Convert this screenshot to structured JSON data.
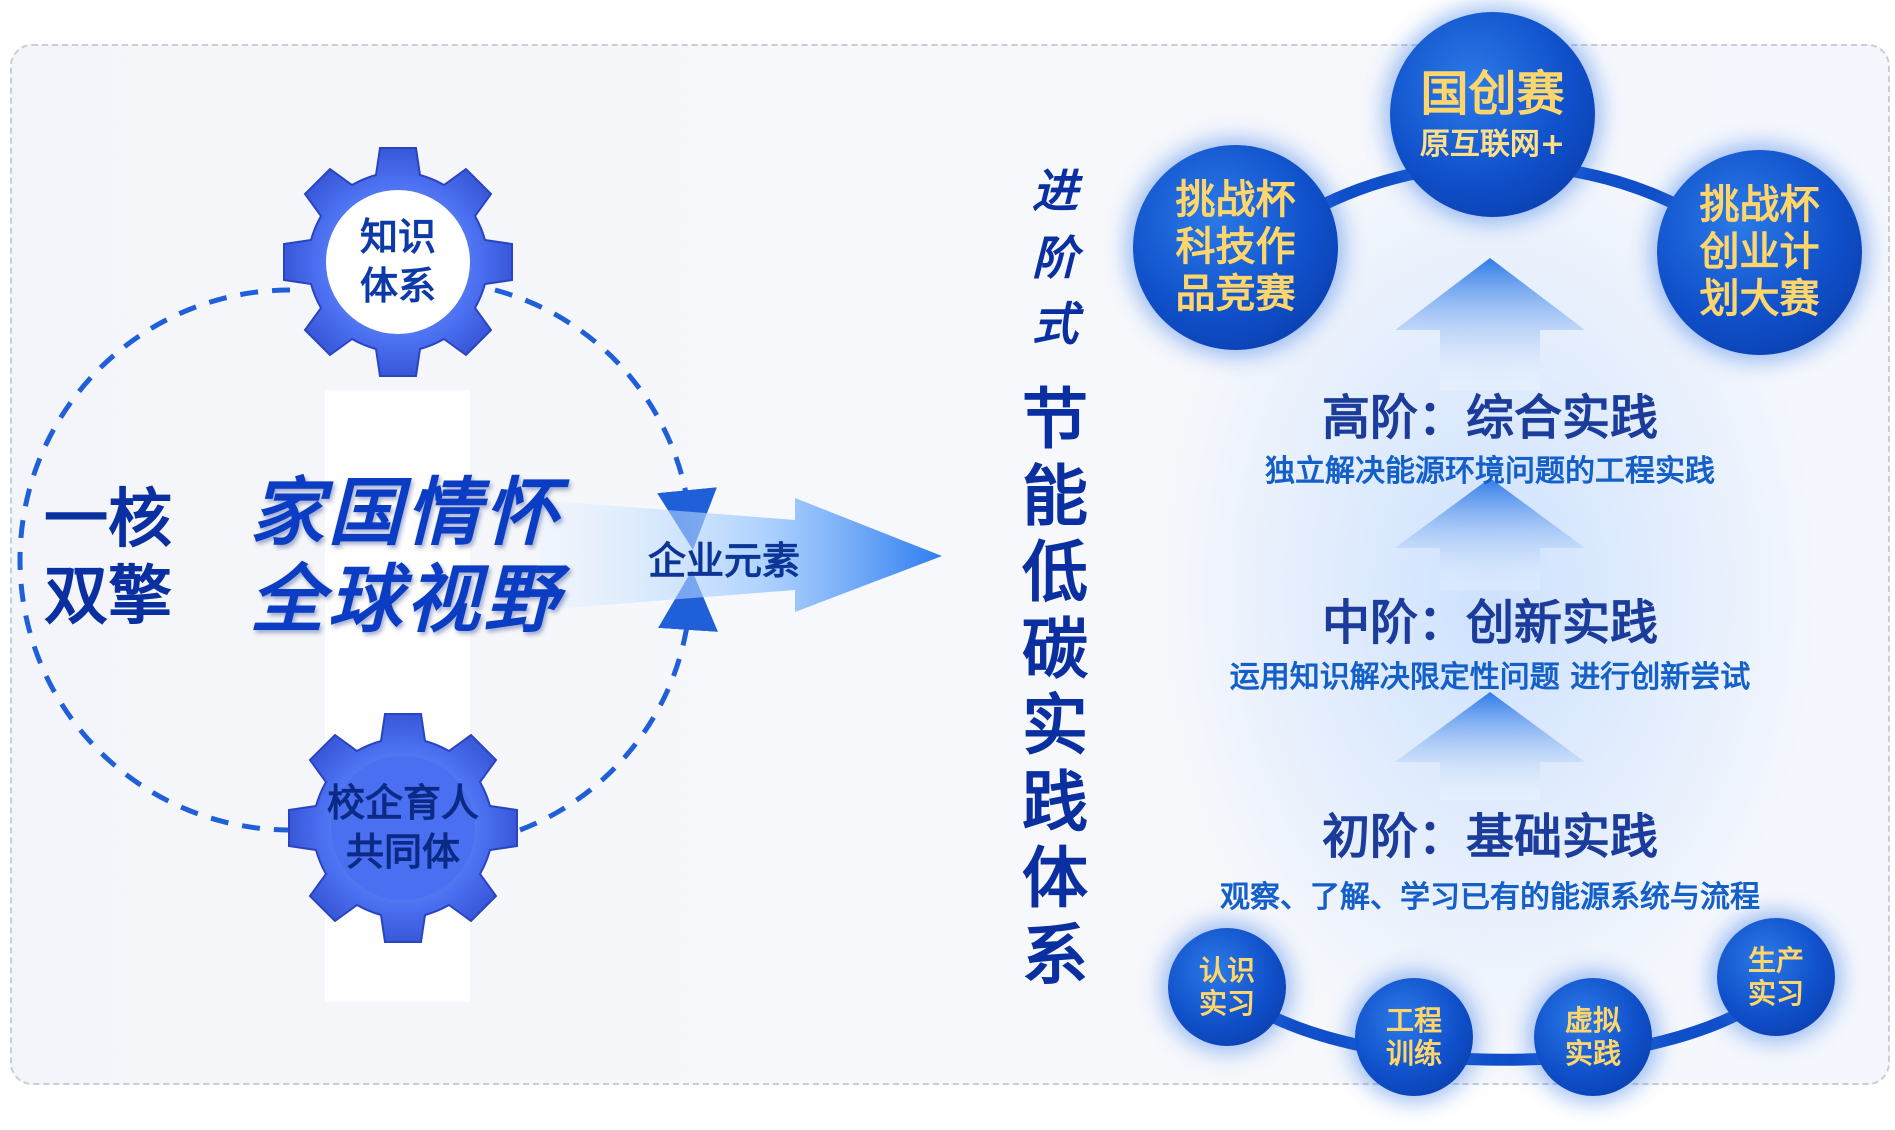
{
  "core": {
    "line1": "一核",
    "line2": "双擎"
  },
  "slogan": {
    "line1": "家国情怀",
    "line2": "全球视野"
  },
  "gears": {
    "top": {
      "line1": "知识",
      "line2": "体系"
    },
    "bottom": {
      "line1": "校企育人",
      "line2": "共同体"
    }
  },
  "arrow_label": "企业元素",
  "vertical_title": {
    "prefix": [
      "进",
      "阶",
      "式"
    ],
    "main": [
      "节",
      "能",
      "低",
      "碳",
      "实",
      "践",
      "体",
      "系"
    ]
  },
  "levels": {
    "high": {
      "title": "高阶：综合实践",
      "desc": "独立解决能源环境问题的工程实践"
    },
    "mid": {
      "title": "中阶：创新实践",
      "desc": "运用知识解决限定性问题  进行创新尝试"
    },
    "basic": {
      "title": "初阶：基础实践",
      "desc": "观察、了解、学习已有的能源系统与流程"
    }
  },
  "competitions": {
    "center": {
      "line1": "国创赛",
      "line2": "原互联网+"
    },
    "left": {
      "line1": "挑战杯",
      "line2": "科技作",
      "line3": "品竞赛"
    },
    "right": {
      "line1": "挑战杯",
      "line2": "创业计",
      "line3": "划大赛"
    }
  },
  "practices": {
    "p1": {
      "line1": "认识",
      "line2": "实习"
    },
    "p2": {
      "line1": "工程",
      "line2": "训练"
    },
    "p3": {
      "line1": "虚拟",
      "line2": "实践"
    },
    "p4": {
      "line1": "生产",
      "line2": "实习"
    }
  },
  "colors": {
    "primary": "#0f4fc9",
    "dark": "#0a2fa0",
    "gold": "#ffd66b",
    "accent": "#1460c8"
  }
}
